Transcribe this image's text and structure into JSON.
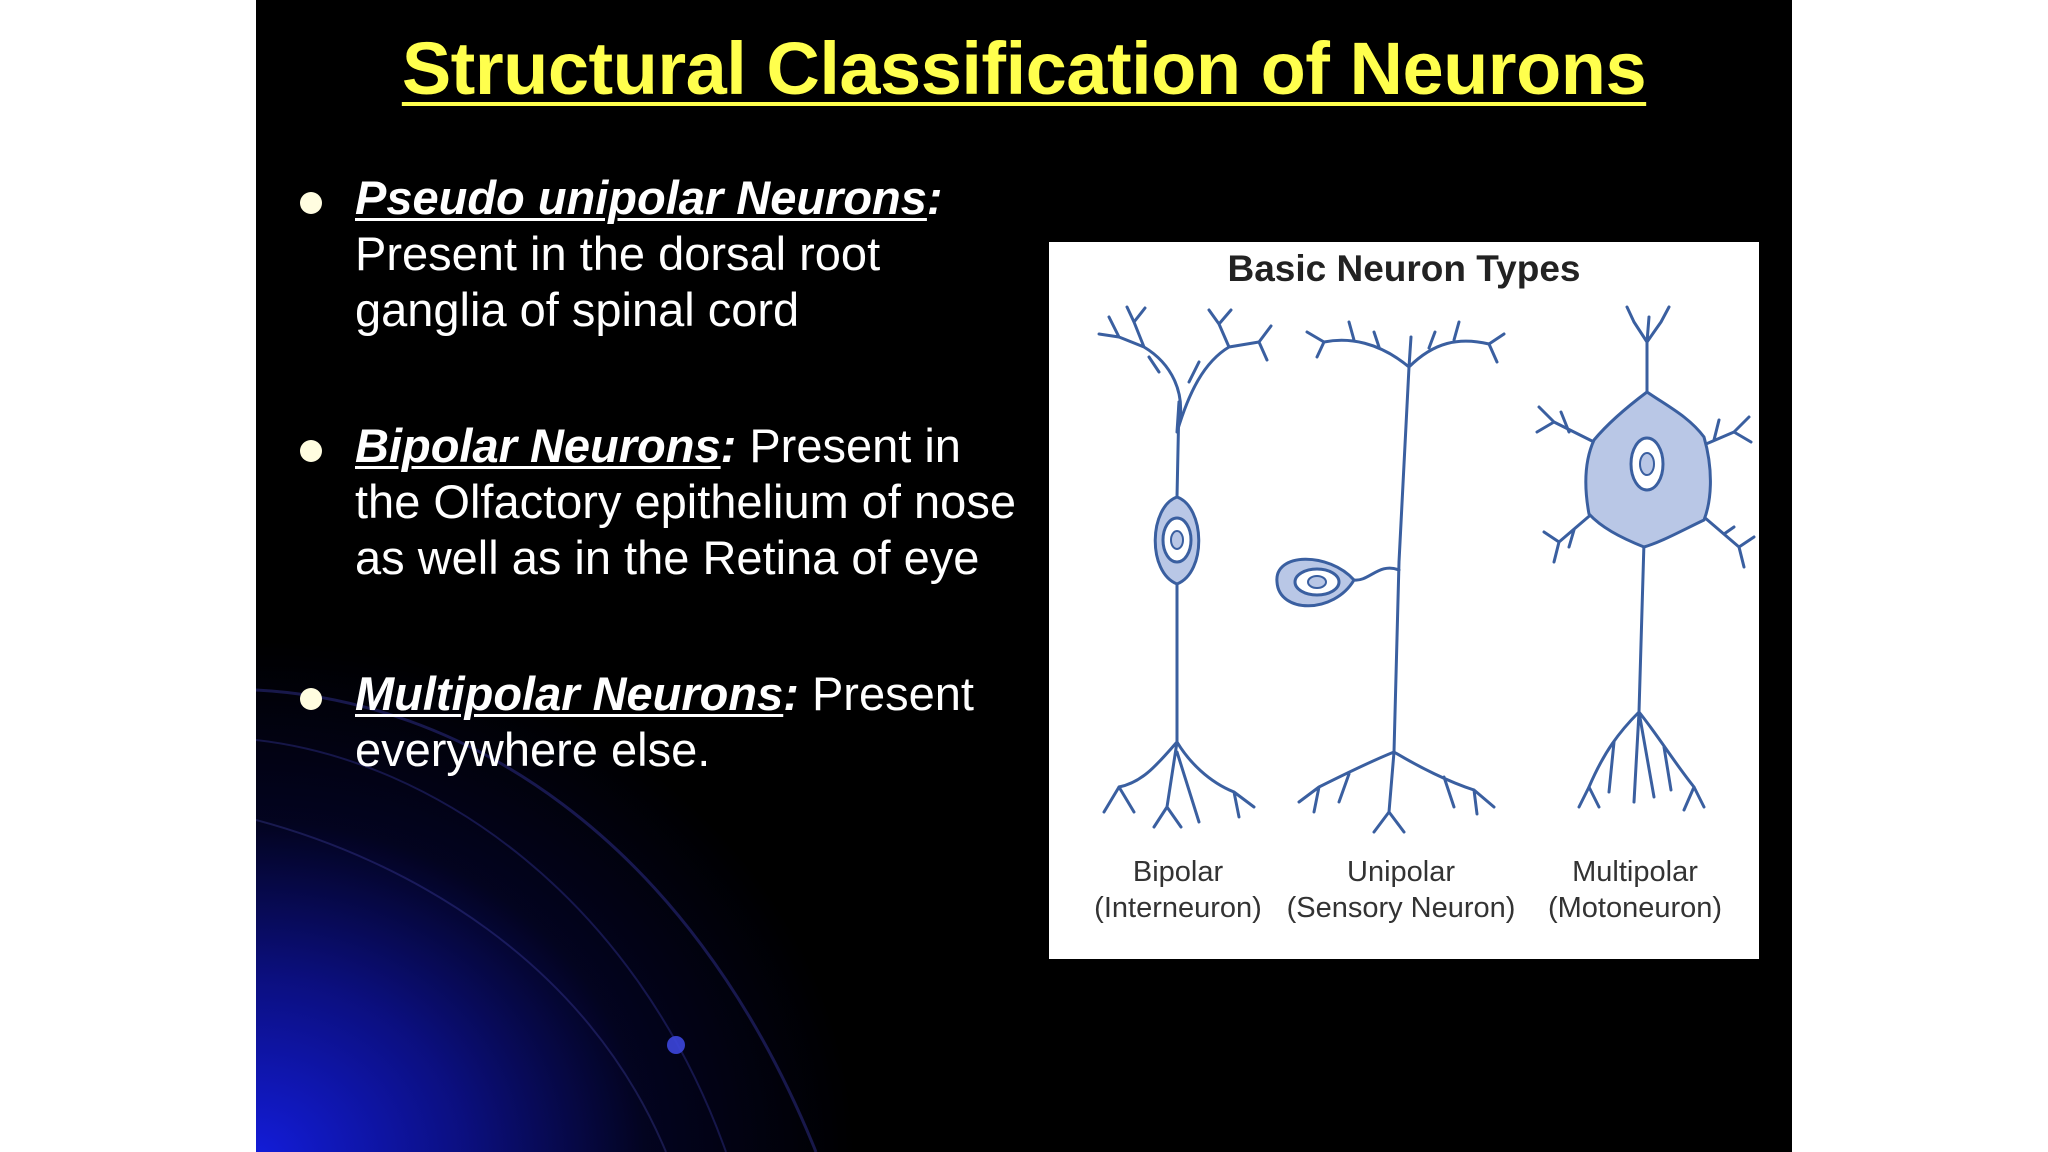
{
  "title": "Structural Classification of Neurons",
  "bullets": [
    {
      "term": "Pseudo unipolar Neurons",
      "colon": ":",
      "text": "Present in the dorsal root ganglia of spinal cord"
    },
    {
      "term": "Bipolar Neurons",
      "colon": ":",
      "text": "Present in the Olfactory epithelium of nose as well as in the Retina of eye"
    },
    {
      "term": "Multipolar Neurons",
      "colon": ":",
      "text": "Present everywhere else."
    }
  ],
  "figure": {
    "title": "Basic Neuron Types",
    "captions": [
      {
        "name": "Bipolar",
        "role": "(Interneuron)"
      },
      {
        "name": "Unipolar",
        "role": "(Sensory Neuron)"
      },
      {
        "name": "Multipolar",
        "role": "(Motoneuron)"
      }
    ]
  },
  "colors": {
    "title": "#ffff4d",
    "neuron_stroke": "#3a5fa0",
    "neuron_fill": "#b9c7e6"
  }
}
